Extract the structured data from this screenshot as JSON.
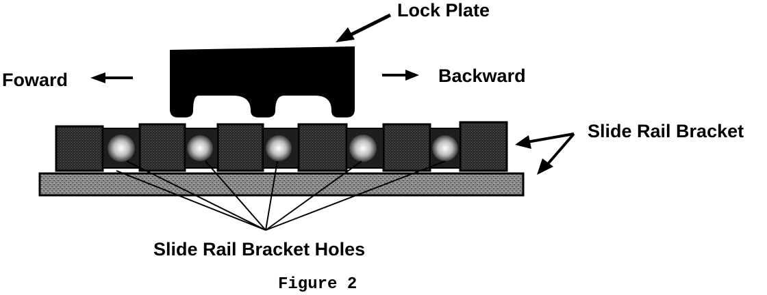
{
  "labels": {
    "lock_plate": "Lock Plate",
    "forward": "Foward",
    "backward": "Backward",
    "slide_rail_bracket": "Slide Rail Bracket",
    "slide_rail_bracket_holes": "Slide Rail Bracket Holes"
  },
  "caption": "Figure 2",
  "parts": {
    "lock_plate_teeth_count": 3,
    "bracket_block_count": 6,
    "bracket_hole_count": 5
  },
  "colors": {
    "ink": "#000000",
    "block_fill": "#2b2b2b",
    "rail_fill": "#8c8c8c",
    "hole_fill": "#d0d0d0",
    "background": "#ffffff"
  }
}
